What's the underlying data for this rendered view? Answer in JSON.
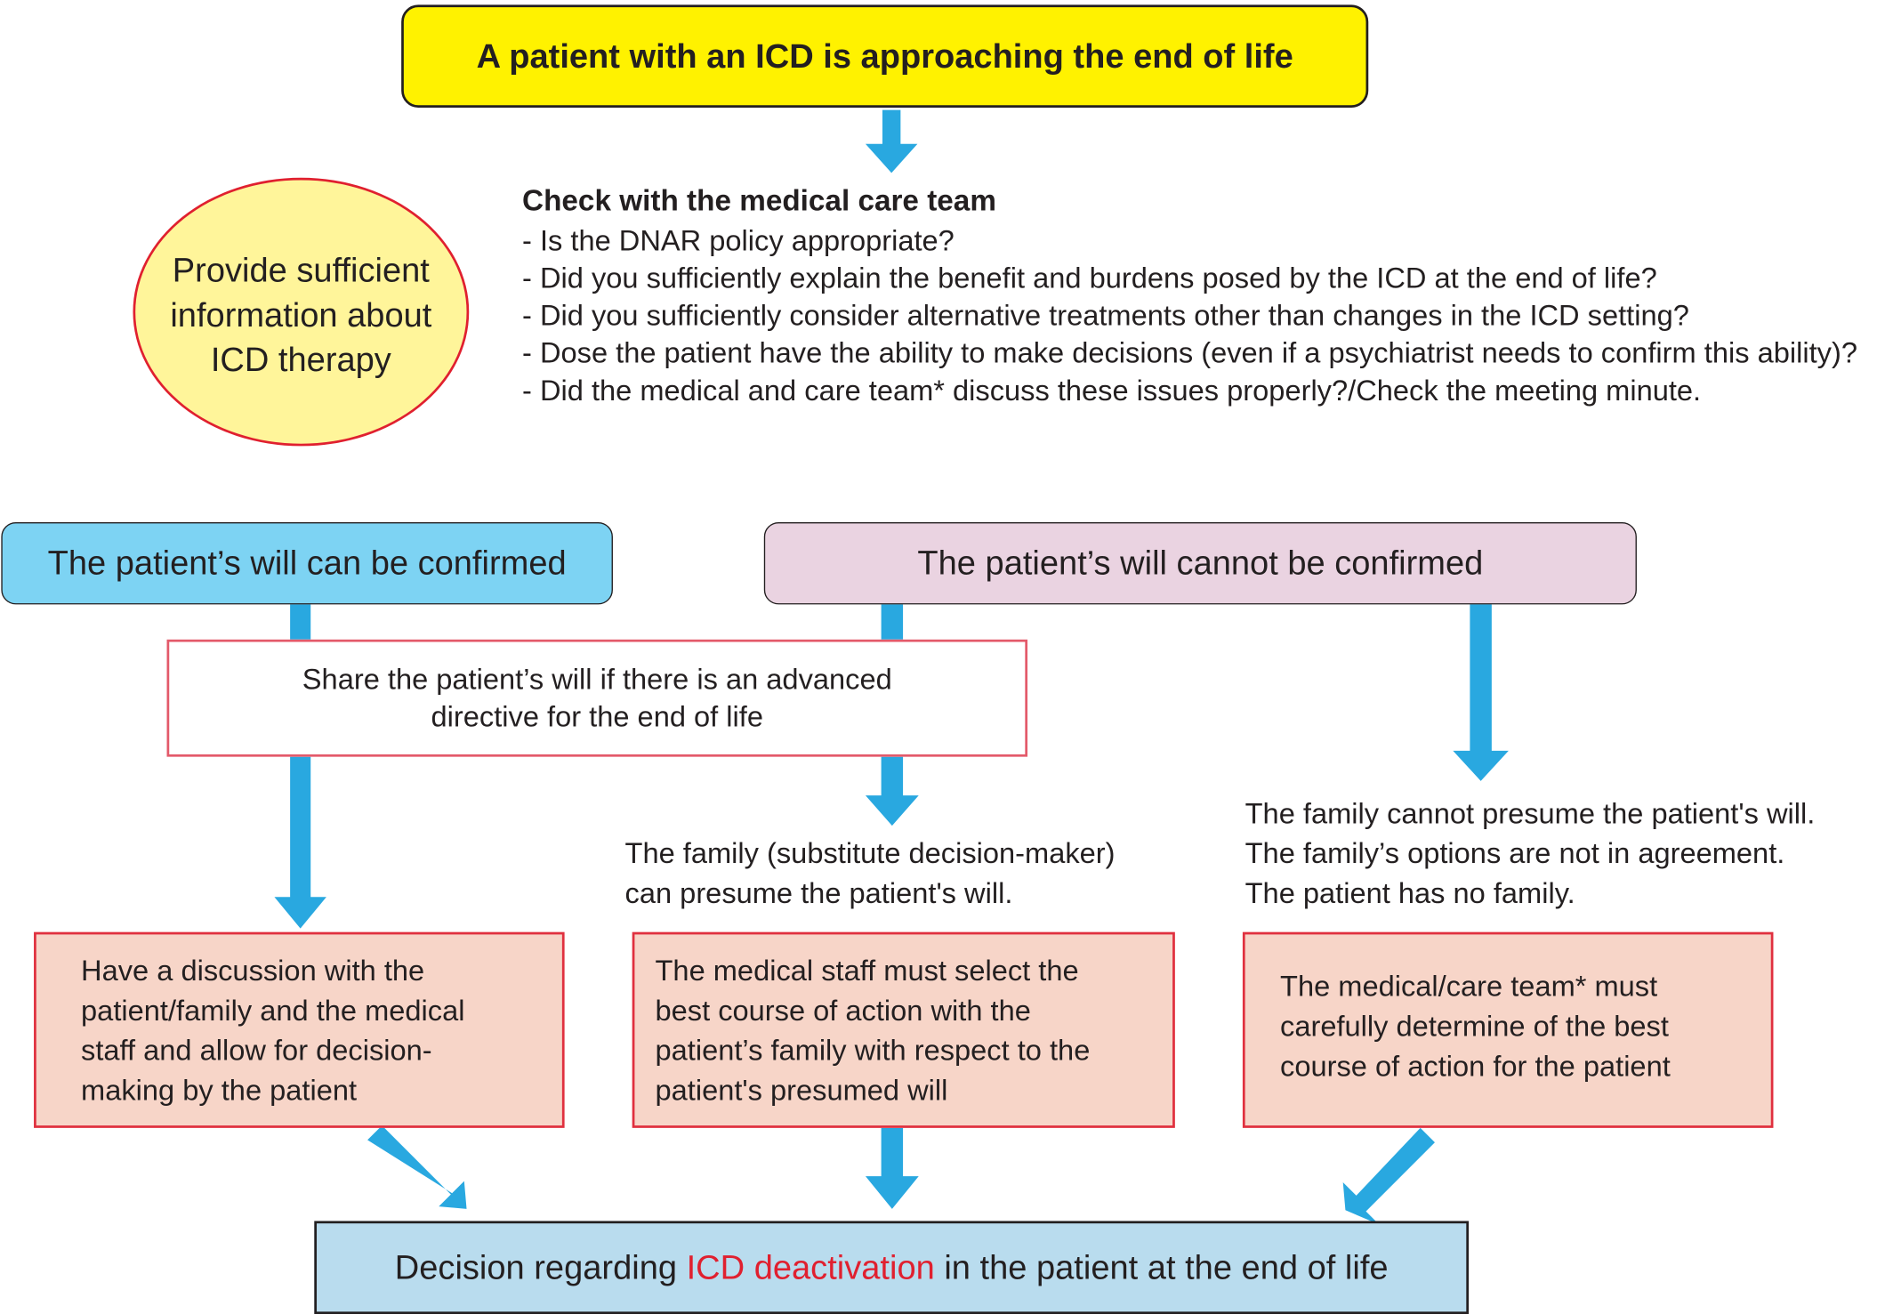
{
  "title": "A patient with an ICD is approaching the end of life",
  "info_ellipse": {
    "line1": "Provide sufficient",
    "line2": "information about",
    "line3": "ICD therapy"
  },
  "checklist": {
    "heading": "Check with the medical care team",
    "items": [
      "- Is the DNAR policy appropriate?",
      "- Did you sufficiently explain the benefit and burdens posed by the ICD at the end of life?",
      "- Did you sufficiently consider alternative treatments other than changes in the ICD setting?",
      "- Dose the patient have the ability to make decisions (even if a psychiatrist needs to confirm this ability)?",
      "- Did the medical and care team* discuss these issues properly?/Check the meeting minute."
    ]
  },
  "will_confirmed": "The patient’s will can be confirmed",
  "will_not_confirmed": "The patient’s will cannot be confirmed",
  "share_box": {
    "line1": "Share the patient’s will if there is an advanced",
    "line2": "directive for the end of life"
  },
  "family_presume": {
    "line1": "The family (substitute decision-maker)",
    "line2": "can presume the patient's will."
  },
  "family_cannot": {
    "line1": "The family cannot presume the patient's will.",
    "line2": "The family’s options are not in agreement.",
    "line3": "The patient has no family."
  },
  "action_left": {
    "line1": "Have a discussion with the",
    "line2": "patient/family and the medical",
    "line3": "staff and allow for decision-",
    "line4": "making by the patient"
  },
  "action_middle": {
    "line1": "The medical staff must select the",
    "line2": "best course of action with the",
    "line3": "patient’s family with respect to the",
    "line4": "patient's presumed will"
  },
  "action_right": {
    "line1": "The medical/care team* must",
    "line2": "carefully determine of the best",
    "line3": "course of action for the patient"
  },
  "decision": {
    "prefix": "Decision regarding ",
    "highlight": "ICD deactivation",
    "suffix": " in the patient at the end of life"
  },
  "colors": {
    "title_fill": "#fff200",
    "ellipse_fill": "#fff59a",
    "ellipse_stroke": "#e0202f",
    "confirmed_fill": "#7dd3f3",
    "not_confirmed_fill": "#ead3e1",
    "action_fill": "#f7d5c8",
    "action_stroke": "#e0303f",
    "share_stroke": "#e35a6a",
    "decision_fill": "#b9dcee",
    "highlight_text": "#e0202f",
    "arrow": "#29a8e0"
  }
}
